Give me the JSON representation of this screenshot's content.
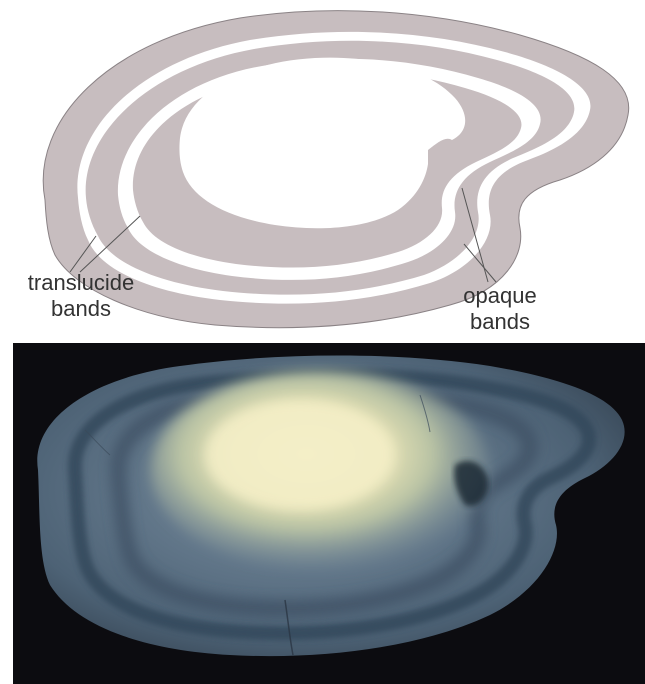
{
  "labels": {
    "translucide_line1": "translucide",
    "translucide_line2": "bands",
    "opaque_line1": "opaque",
    "opaque_line2": "bands"
  },
  "colors": {
    "band_fill": "#c7bdbf",
    "band_stroke": "#8a8285",
    "photo_background": "#0c0c10",
    "leader_line": "#555555"
  },
  "icons": [
    "otolith-diagram",
    "otolith-photograph"
  ]
}
